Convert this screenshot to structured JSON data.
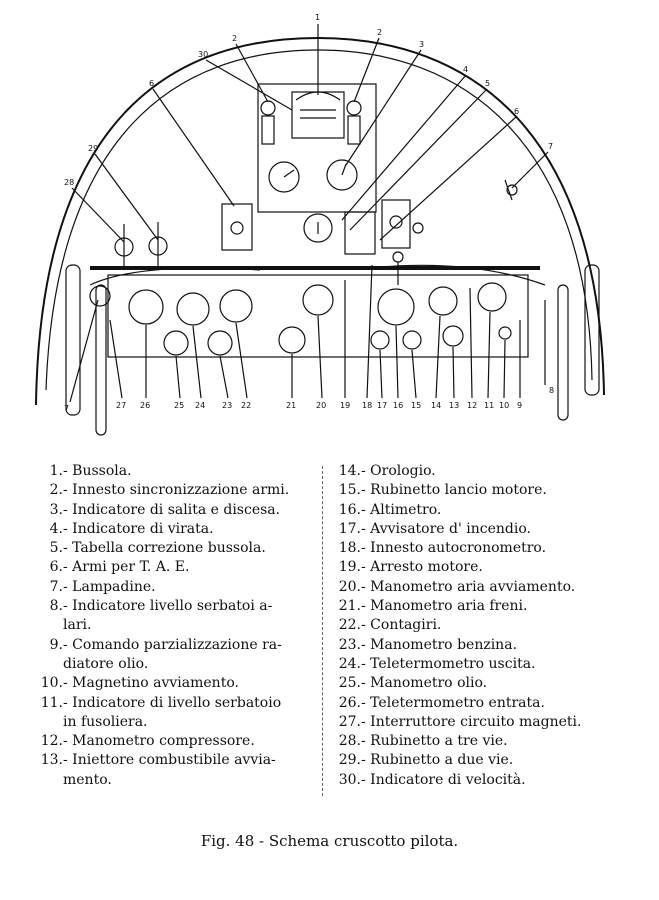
{
  "diagram": {
    "callouts": [
      "1",
      "2",
      "2",
      "30",
      "3",
      "4",
      "5",
      "6",
      "6",
      "7",
      "29",
      "28",
      "7",
      "27",
      "26",
      "25",
      "24",
      "23",
      "22",
      "21",
      "20",
      "19",
      "18",
      "17",
      "16",
      "15",
      "14",
      "13",
      "12",
      "11",
      "10",
      "9",
      "8"
    ]
  },
  "legend_left": [
    {
      "num": "1.",
      "text": "- Bussola."
    },
    {
      "num": "2.",
      "text": "- Innesto sincronizzazione armi."
    },
    {
      "num": "3.",
      "text": "- Indicatore di salita e discesa."
    },
    {
      "num": "4.",
      "text": "- Indicatore di virata."
    },
    {
      "num": "5.",
      "text": "- Tabella correzione bussola."
    },
    {
      "num": "6.",
      "text": "- Armi per T. A. E."
    },
    {
      "num": "7.",
      "text": "- Lampadine."
    },
    {
      "num": "8.",
      "text": "- Indicatore livello serbatoi a-\n  lari."
    },
    {
      "num": "9.",
      "text": "- Comando parzializzazione ra-\n  diatore olio."
    },
    {
      "num": "10.",
      "text": "- Magnetino avviamento."
    },
    {
      "num": "11.",
      "text": "- Indicatore di livello serbatoio\n  in fusoliera."
    },
    {
      "num": "12.",
      "text": "- Manometro compressore."
    },
    {
      "num": "13.",
      "text": "- Iniettore combustibile avvia-\n  mento."
    }
  ],
  "legend_right": [
    {
      "num": "14.",
      "text": "- Orologio."
    },
    {
      "num": "15.",
      "text": "- Rubinetto lancio motore."
    },
    {
      "num": "16.",
      "text": "- Altimetro."
    },
    {
      "num": "17.",
      "text": "- Avvisatore d' incendio."
    },
    {
      "num": "18.",
      "text": "- Innesto autocronometro."
    },
    {
      "num": "19.",
      "text": "- Arresto motore."
    },
    {
      "num": "20.",
      "text": "- Manometro aria avviamento."
    },
    {
      "num": "21.",
      "text": "- Manometro aria freni."
    },
    {
      "num": "22.",
      "text": "- Contagiri."
    },
    {
      "num": "23.",
      "text": "- Manometro benzina."
    },
    {
      "num": "24.",
      "text": "- Teletermometro uscita."
    },
    {
      "num": "25.",
      "text": "- Manometro olio."
    },
    {
      "num": "26.",
      "text": "- Teletermometro entrata."
    },
    {
      "num": "27.",
      "text": "- Interruttore circuito magneti."
    },
    {
      "num": "28.",
      "text": "- Rubinetto a tre vie."
    },
    {
      "num": "29.",
      "text": "- Rubinetto a due vie."
    },
    {
      "num": "30.",
      "text": "- Indicatore di velocità."
    }
  ],
  "caption": "Fig. 48 - Schema cruscotto pilota."
}
